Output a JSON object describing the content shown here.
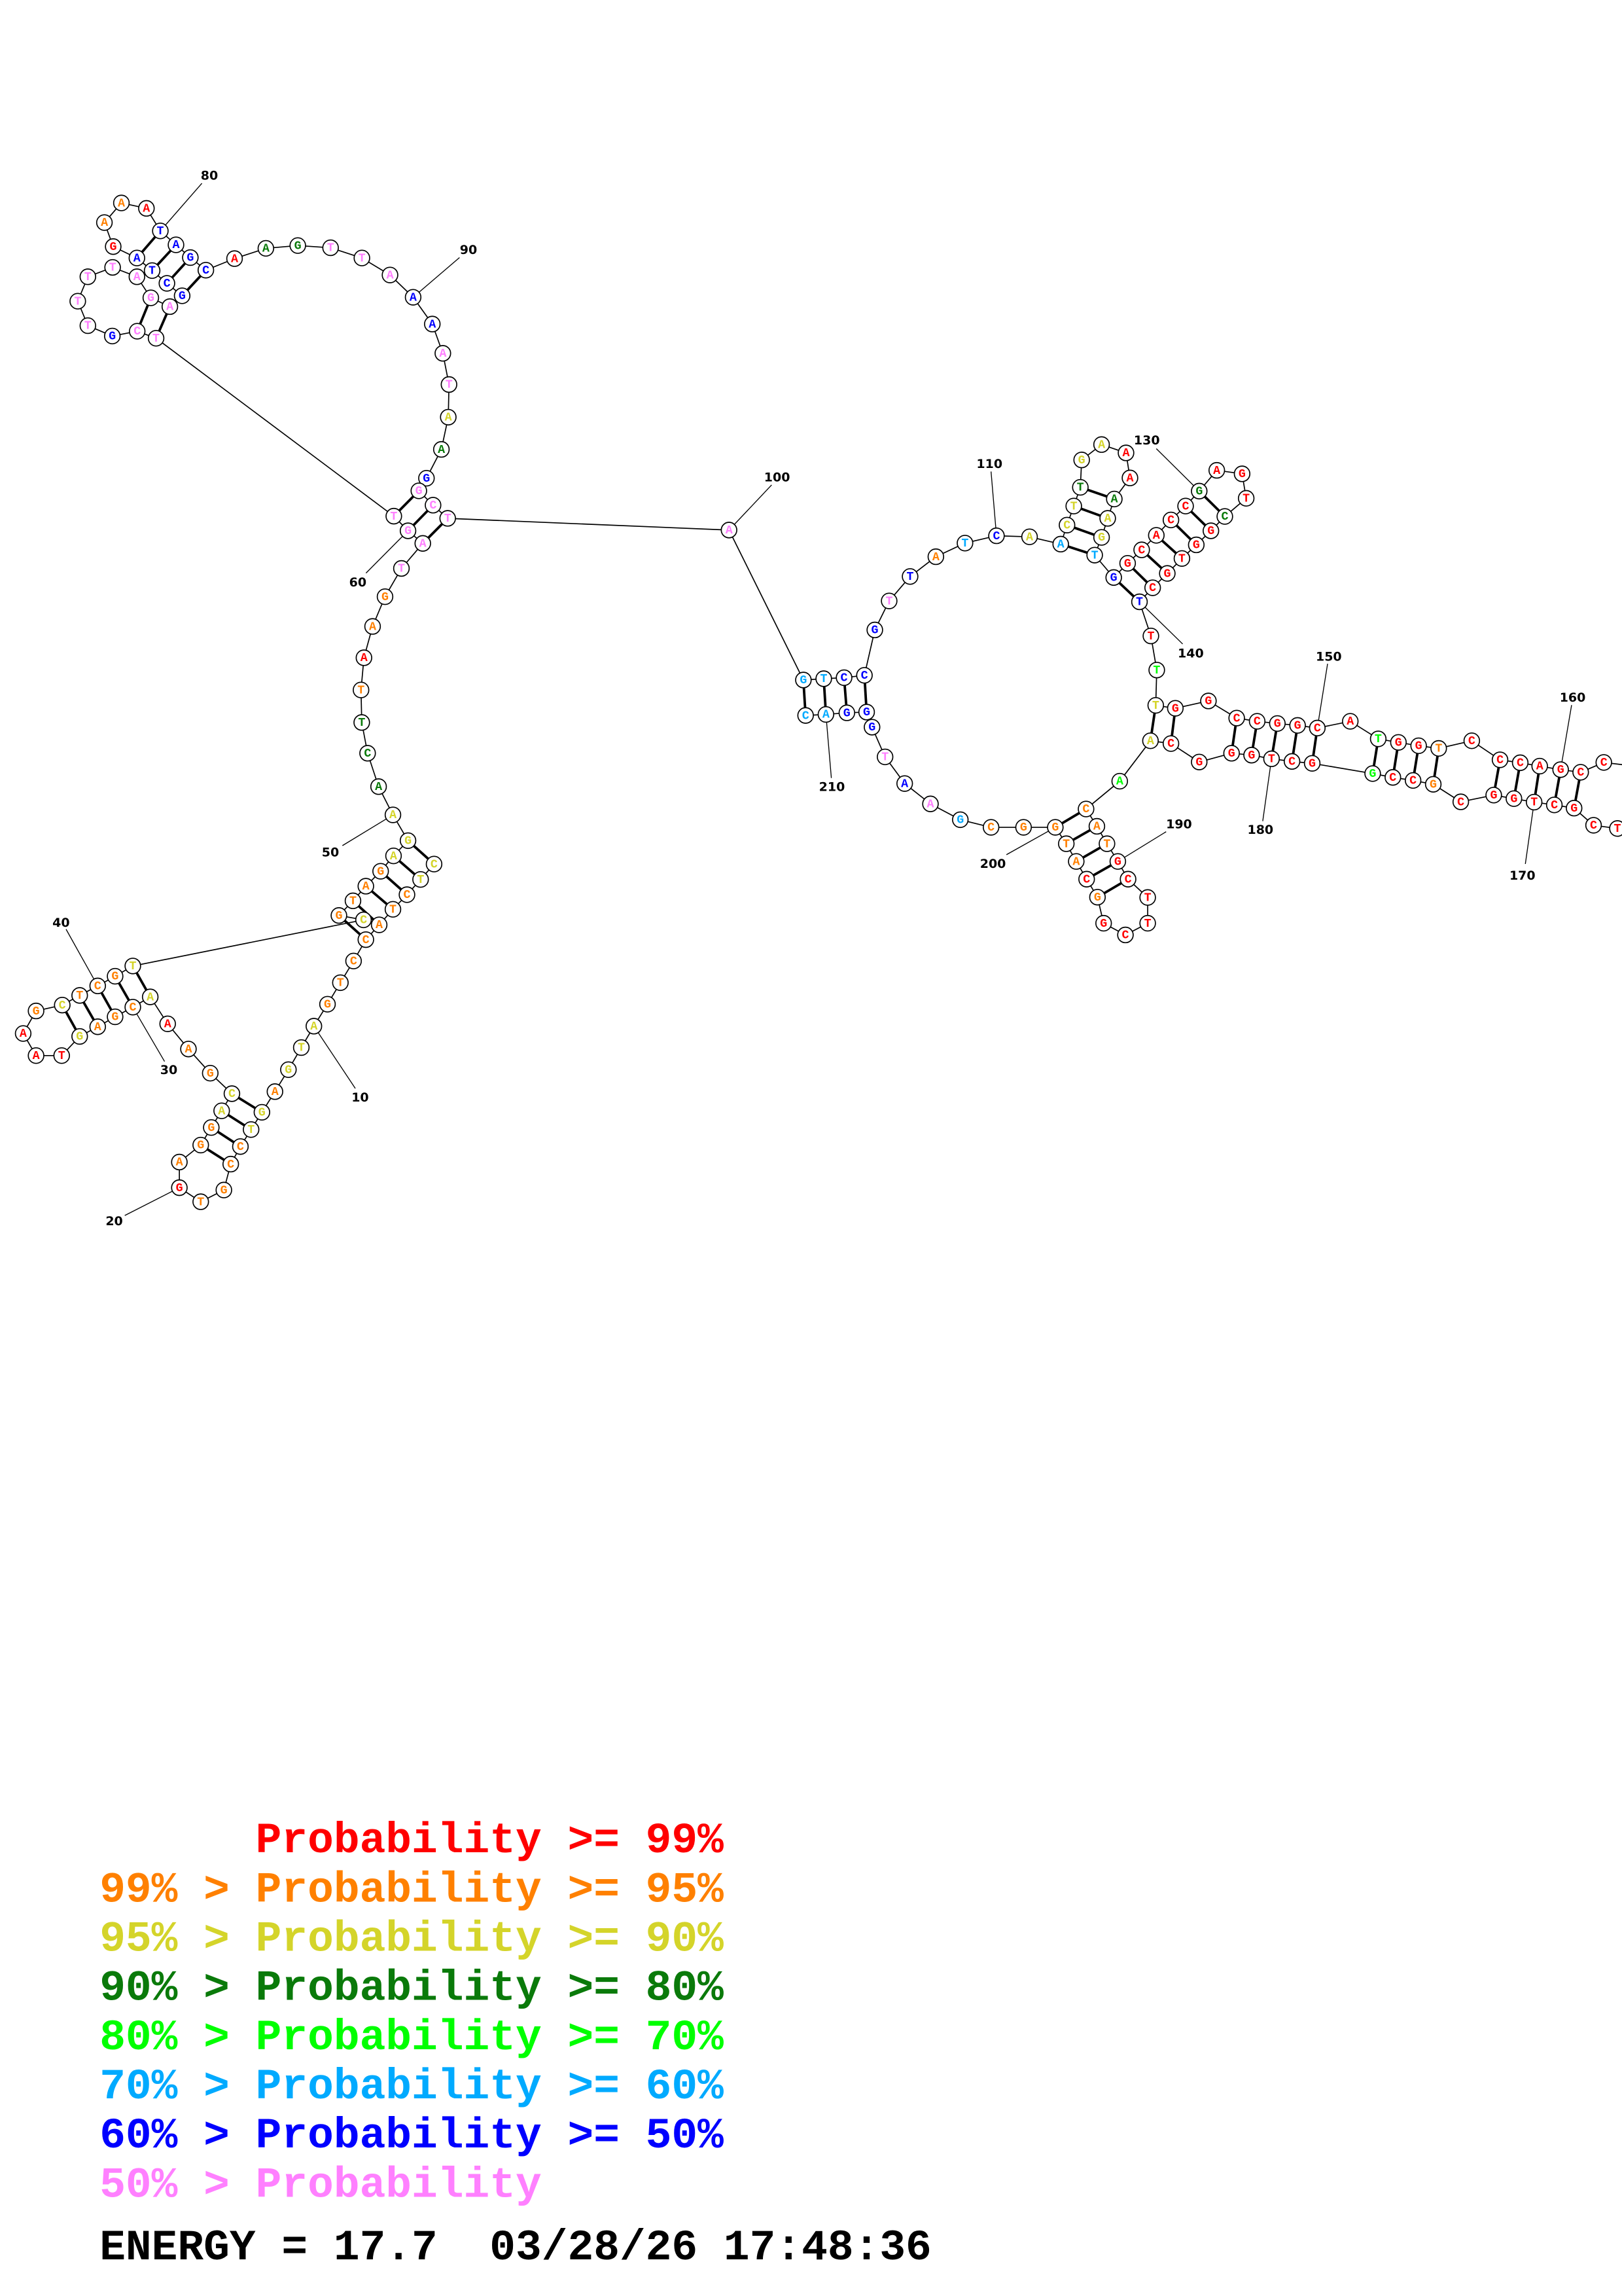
{
  "colors": {
    "R": "#ff0000",
    "O": "#ff8000",
    "Y": "#d4d42a",
    "D": "#0a7a0a",
    "G": "#00ff00",
    "S": "#00aaff",
    "B": "#0000ff",
    "P": "#ff80ff"
  },
  "nucleotides": [
    [
      1,
      "C",
      "Y"
    ],
    [
      2,
      "T",
      "Y"
    ],
    [
      3,
      "C",
      "O"
    ],
    [
      4,
      "T",
      "O"
    ],
    [
      5,
      "A",
      "O"
    ],
    [
      6,
      "C",
      "O"
    ],
    [
      7,
      "C",
      "O"
    ],
    [
      8,
      "T",
      "O"
    ],
    [
      9,
      "G",
      "O"
    ],
    [
      10,
      "A",
      "Y"
    ],
    [
      11,
      "T",
      "Y"
    ],
    [
      12,
      "G",
      "Y"
    ],
    [
      13,
      "A",
      "O"
    ],
    [
      14,
      "G",
      "Y"
    ],
    [
      15,
      "T",
      "Y"
    ],
    [
      16,
      "C",
      "O"
    ],
    [
      17,
      "C",
      "O"
    ],
    [
      18,
      "G",
      "O"
    ],
    [
      19,
      "T",
      "O"
    ],
    [
      20,
      "G",
      "R"
    ],
    [
      21,
      "A",
      "O"
    ],
    [
      22,
      "G",
      "O"
    ],
    [
      23,
      "G",
      "O"
    ],
    [
      24,
      "A",
      "Y"
    ],
    [
      25,
      "C",
      "Y"
    ],
    [
      26,
      "G",
      "O"
    ],
    [
      27,
      "A",
      "O"
    ],
    [
      28,
      "A",
      "R"
    ],
    [
      29,
      "A",
      "Y"
    ],
    [
      30,
      "C",
      "O"
    ],
    [
      31,
      "G",
      "O"
    ],
    [
      32,
      "A",
      "O"
    ],
    [
      33,
      "G",
      "Y"
    ],
    [
      34,
      "T",
      "R"
    ],
    [
      35,
      "A",
      "R"
    ],
    [
      36,
      "A",
      "R"
    ],
    [
      37,
      "G",
      "O"
    ],
    [
      38,
      "C",
      "Y"
    ],
    [
      39,
      "T",
      "O"
    ],
    [
      40,
      "C",
      "O"
    ],
    [
      41,
      "G",
      "O"
    ],
    [
      42,
      "T",
      "Y"
    ],
    [
      43,
      "C",
      "Y"
    ],
    [
      44,
      "G",
      "O"
    ],
    [
      45,
      "T",
      "O"
    ],
    [
      46,
      "A",
      "O"
    ],
    [
      47,
      "G",
      "O"
    ],
    [
      48,
      "A",
      "Y"
    ],
    [
      49,
      "G",
      "Y"
    ],
    [
      50,
      "A",
      "Y"
    ],
    [
      51,
      "A",
      "D"
    ],
    [
      52,
      "C",
      "D"
    ],
    [
      53,
      "T",
      "D"
    ],
    [
      54,
      "T",
      "O"
    ],
    [
      55,
      "A",
      "R"
    ],
    [
      56,
      "A",
      "O"
    ],
    [
      57,
      "G",
      "O"
    ],
    [
      58,
      "T",
      "P"
    ],
    [
      59,
      "A",
      "P"
    ],
    [
      60,
      "G",
      "P"
    ],
    [
      61,
      "T",
      "P"
    ],
    [
      62,
      "T",
      "P"
    ],
    [
      63,
      "C",
      "P"
    ],
    [
      64,
      "G",
      "B"
    ],
    [
      65,
      "T",
      "P"
    ],
    [
      66,
      "T",
      "P"
    ],
    [
      67,
      "T",
      "P"
    ],
    [
      68,
      "T",
      "P"
    ],
    [
      69,
      "A",
      "P"
    ],
    [
      70,
      "G",
      "P"
    ],
    [
      71,
      "A",
      "P"
    ],
    [
      72,
      "G",
      "B"
    ],
    [
      73,
      "C",
      "B"
    ],
    [
      74,
      "T",
      "B"
    ],
    [
      75,
      "A",
      "B"
    ],
    [
      76,
      "G",
      "R"
    ],
    [
      77,
      "A",
      "O"
    ],
    [
      78,
      "A",
      "O"
    ],
    [
      79,
      "A",
      "R"
    ],
    [
      80,
      "T",
      "B"
    ],
    [
      81,
      "A",
      "B"
    ],
    [
      82,
      "G",
      "B"
    ],
    [
      83,
      "C",
      "B"
    ],
    [
      84,
      "A",
      "R"
    ],
    [
      85,
      "A",
      "D"
    ],
    [
      86,
      "G",
      "D"
    ],
    [
      87,
      "T",
      "P"
    ],
    [
      88,
      "T",
      "P"
    ],
    [
      89,
      "A",
      "P"
    ],
    [
      90,
      "A",
      "B"
    ],
    [
      91,
      "A",
      "B"
    ],
    [
      92,
      "A",
      "P"
    ],
    [
      93,
      "T",
      "P"
    ],
    [
      94,
      "A",
      "Y"
    ],
    [
      95,
      "A",
      "D"
    ],
    [
      96,
      "G",
      "B"
    ],
    [
      97,
      "G",
      "P"
    ],
    [
      98,
      "C",
      "P"
    ],
    [
      99,
      "T",
      "P"
    ],
    [
      100,
      "A",
      "P"
    ],
    [
      101,
      "G",
      "S"
    ],
    [
      102,
      "T",
      "S"
    ],
    [
      103,
      "C",
      "B"
    ],
    [
      104,
      "C",
      "B"
    ],
    [
      105,
      "G",
      "B"
    ],
    [
      106,
      "T",
      "P"
    ],
    [
      107,
      "T",
      "B"
    ],
    [
      108,
      "A",
      "O"
    ],
    [
      109,
      "T",
      "S"
    ],
    [
      110,
      "C",
      "B"
    ],
    [
      111,
      "A",
      "Y"
    ],
    [
      112,
      "A",
      "S"
    ],
    [
      113,
      "C",
      "Y"
    ],
    [
      114,
      "T",
      "Y"
    ],
    [
      115,
      "T",
      "D"
    ],
    [
      116,
      "G",
      "Y"
    ],
    [
      117,
      "A",
      "Y"
    ],
    [
      118,
      "A",
      "R"
    ],
    [
      119,
      "A",
      "R"
    ],
    [
      120,
      "A",
      "D"
    ],
    [
      121,
      "A",
      "Y"
    ],
    [
      122,
      "G",
      "Y"
    ],
    [
      123,
      "T",
      "S"
    ],
    [
      124,
      "G",
      "B"
    ],
    [
      125,
      "G",
      "R"
    ],
    [
      126,
      "C",
      "R"
    ],
    [
      127,
      "A",
      "R"
    ],
    [
      128,
      "C",
      "R"
    ],
    [
      129,
      "C",
      "R"
    ],
    [
      130,
      "G",
      "D"
    ],
    [
      131,
      "A",
      "R"
    ],
    [
      132,
      "G",
      "R"
    ],
    [
      133,
      "T",
      "R"
    ],
    [
      134,
      "C",
      "D"
    ],
    [
      135,
      "G",
      "R"
    ],
    [
      136,
      "G",
      "R"
    ],
    [
      137,
      "T",
      "R"
    ],
    [
      138,
      "G",
      "R"
    ],
    [
      139,
      "C",
      "R"
    ],
    [
      140,
      "T",
      "B"
    ],
    [
      141,
      "T",
      "R"
    ],
    [
      142,
      "T",
      "G"
    ],
    [
      143,
      "T",
      "Y"
    ],
    [
      144,
      "G",
      "R"
    ],
    [
      145,
      "G",
      "R"
    ],
    [
      146,
      "C",
      "R"
    ],
    [
      147,
      "C",
      "R"
    ],
    [
      148,
      "G",
      "R"
    ],
    [
      149,
      "G",
      "R"
    ],
    [
      150,
      "C",
      "R"
    ],
    [
      151,
      "A",
      "R"
    ],
    [
      152,
      "T",
      "G"
    ],
    [
      153,
      "G",
      "R"
    ],
    [
      154,
      "G",
      "R"
    ],
    [
      155,
      "T",
      "O"
    ],
    [
      156,
      "C",
      "R"
    ],
    [
      157,
      "C",
      "R"
    ],
    [
      158,
      "C",
      "R"
    ],
    [
      159,
      "A",
      "R"
    ],
    [
      160,
      "G",
      "R"
    ],
    [
      161,
      "C",
      "R"
    ],
    [
      162,
      "C",
      "R"
    ],
    [
      166,
      "T",
      "R"
    ],
    [
      167,
      "C",
      "R"
    ],
    [
      168,
      "G",
      "R"
    ],
    [
      169,
      "C",
      "R"
    ],
    [
      170,
      "T",
      "R"
    ],
    [
      171,
      "G",
      "R"
    ],
    [
      172,
      "G",
      "R"
    ],
    [
      173,
      "C",
      "R"
    ],
    [
      174,
      "G",
      "O"
    ],
    [
      175,
      "C",
      "R"
    ],
    [
      176,
      "C",
      "R"
    ],
    [
      177,
      "G",
      "G"
    ],
    [
      178,
      "G",
      "R"
    ],
    [
      179,
      "C",
      "R"
    ],
    [
      180,
      "T",
      "R"
    ],
    [
      181,
      "G",
      "R"
    ],
    [
      182,
      "G",
      "R"
    ],
    [
      183,
      "G",
      "R"
    ],
    [
      184,
      "C",
      "R"
    ],
    [
      185,
      "A",
      "Y"
    ],
    [
      186,
      "A",
      "G"
    ],
    [
      187,
      "C",
      "O"
    ],
    [
      188,
      "A",
      "O"
    ],
    [
      189,
      "T",
      "O"
    ],
    [
      190,
      "G",
      "R"
    ],
    [
      191,
      "C",
      "R"
    ],
    [
      192,
      "T",
      "R"
    ],
    [
      193,
      "T",
      "R"
    ],
    [
      194,
      "C",
      "R"
    ],
    [
      195,
      "G",
      "R"
    ],
    [
      196,
      "G",
      "O"
    ],
    [
      197,
      "C",
      "R"
    ],
    [
      198,
      "A",
      "O"
    ],
    [
      199,
      "T",
      "O"
    ],
    [
      200,
      "G",
      "O"
    ],
    [
      201,
      "G",
      "O"
    ],
    [
      202,
      "C",
      "O"
    ],
    [
      203,
      "G",
      "S"
    ],
    [
      204,
      "A",
      "P"
    ],
    [
      205,
      "A",
      "B"
    ],
    [
      206,
      "T",
      "P"
    ],
    [
      207,
      "G",
      "B"
    ],
    [
      208,
      "G",
      "B"
    ],
    [
      209,
      "G",
      "B"
    ],
    [
      210,
      "A",
      "S"
    ],
    [
      211,
      "C",
      "S"
    ]
  ],
  "pairs": [
    [
      1,
      49
    ],
    [
      2,
      48
    ],
    [
      3,
      47
    ],
    [
      4,
      46
    ],
    [
      5,
      45
    ],
    [
      6,
      44
    ],
    [
      14,
      25
    ],
    [
      15,
      24
    ],
    [
      16,
      23
    ],
    [
      17,
      22
    ],
    [
      29,
      42
    ],
    [
      30,
      41
    ],
    [
      31,
      40
    ],
    [
      32,
      39
    ],
    [
      33,
      38
    ],
    [
      59,
      99
    ],
    [
      60,
      98
    ],
    [
      61,
      97
    ],
    [
      62,
      71
    ],
    [
      63,
      70
    ],
    [
      72,
      83
    ],
    [
      73,
      82
    ],
    [
      74,
      81
    ],
    [
      75,
      80
    ],
    [
      101,
      211
    ],
    [
      102,
      210
    ],
    [
      103,
      209
    ],
    [
      104,
      208
    ],
    [
      112,
      123
    ],
    [
      113,
      122
    ],
    [
      114,
      121
    ],
    [
      115,
      120
    ],
    [
      124,
      140
    ],
    [
      125,
      139
    ],
    [
      126,
      138
    ],
    [
      127,
      137
    ],
    [
      128,
      136
    ],
    [
      129,
      135
    ],
    [
      130,
      134
    ],
    [
      143,
      185
    ],
    [
      144,
      184
    ],
    [
      146,
      182
    ],
    [
      147,
      181
    ],
    [
      148,
      180
    ],
    [
      149,
      179
    ],
    [
      150,
      178
    ],
    [
      152,
      177
    ],
    [
      153,
      176
    ],
    [
      154,
      175
    ],
    [
      155,
      174
    ],
    [
      157,
      172
    ],
    [
      158,
      171
    ],
    [
      159,
      170
    ],
    [
      160,
      169
    ],
    [
      161,
      168
    ],
    [
      187,
      200
    ],
    [
      188,
      199
    ],
    [
      189,
      198
    ],
    [
      190,
      197
    ],
    [
      191,
      196
    ]
  ],
  "position_labels": [
    "10",
    "20",
    "30",
    "40",
    "50",
    "60",
    "80",
    "90",
    "100",
    "110",
    "130",
    "140",
    "150",
    "160",
    "170",
    "180",
    "190",
    "200",
    "210"
  ],
  "legend": [
    {
      "text": "      Probability >= 99%",
      "cls": "R"
    },
    {
      "text": "99% > Probability >= 95%",
      "cls": "O"
    },
    {
      "text": "95% > Probability >= 90%",
      "cls": "Y"
    },
    {
      "text": "90% > Probability >= 80%",
      "cls": "D"
    },
    {
      "text": "80% > Probability >= 70%",
      "cls": "G"
    },
    {
      "text": "70% > Probability >= 60%",
      "cls": "S"
    },
    {
      "text": "60% > Probability >= 50%",
      "cls": "B"
    },
    {
      "text": "50% > Probability",
      "cls": "P"
    }
  ],
  "footer": "ENERGY = 17.7  03/28/26 17:48:36"
}
